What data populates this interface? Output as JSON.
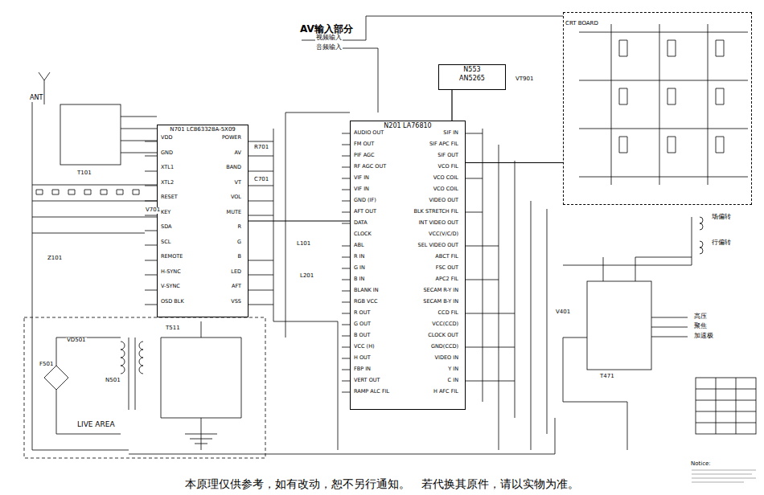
{
  "diagram": {
    "caption": "本原理仅供参考，如有改动，恕不另行通知。　若代换其原件，请以实物为准。",
    "nodes": [
      {
        "text": [
          "N701 LC863328A-5X09"
        ]
      },
      {
        "text": [
          "N201 LA76810"
        ]
      },
      {
        "text": [
          "N553",
          "AN5265"
        ]
      },
      {
        "text": [
          "CRT BOARD"
        ]
      }
    ],
    "edges": [
      {
        "from": 0,
        "to": 1,
        "arrow": "none"
      },
      {
        "from": 1,
        "to": 2,
        "arrow": "none"
      },
      {
        "from": 1,
        "to": 3,
        "arrow": "none"
      }
    ],
    "labels": [
      "AV输入部分",
      "视频输入",
      "音频输入",
      "ANT",
      "LIVE AREA",
      "场偏转",
      "行偏转",
      "高压",
      "聚焦",
      "加速极",
      "Notice:",
      "T101",
      "Z101",
      "N501",
      "T511",
      "VD501",
      "V401",
      "T471",
      "V701",
      "R701",
      "C701",
      "L101",
      "F501",
      "VT901",
      "L201",
      "VDD",
      "GND",
      "XTL1",
      "XTL2",
      "RESET",
      "KEY",
      "SDA",
      "SCL",
      "REMOTE",
      "H-SYNC",
      "V-SYNC",
      "OSD BLK",
      "POWER",
      "AV",
      "BAND",
      "VT",
      "VOL",
      "MUTE",
      "R",
      "G",
      "B",
      "LED",
      "AFT",
      "VSS",
      "AUDIO OUT",
      "FM OUT",
      "PIF AGC",
      "RF AGC OUT",
      "VIF IN",
      "VIF IN",
      "GND (IF)",
      "AFT OUT",
      "DATA",
      "CLOCK",
      "ABL",
      "R IN",
      "G IN",
      "B IN",
      "BLANK IN",
      "RGB VCC",
      "R OUT",
      "G OUT",
      "B OUT",
      "VCC (H)",
      "H OUT",
      "FBP IN",
      "VERT OUT",
      "RAMP ALC FIL",
      "SIF IN",
      "SIF APC FIL",
      "SIF OUT",
      "VCO FIL",
      "VCO COIL",
      "VCO COIL",
      "VIDEO OUT",
      "BLK STRETCH FIL",
      "INT VIDEO OUT",
      "VCC(V/C/D)",
      "SEL VIDEO OUT",
      "ABCT FIL",
      "FSC OUT",
      "APC2 FIL",
      "SECAM R-Y IN",
      "SECAM B-Y IN",
      "CCD FIL",
      "VCC(CCD)",
      "CLOCK OUT",
      "GND(CCD)",
      "VIDEO IN",
      "Y IN",
      "C IN",
      "H AFC FIL"
    ]
  }
}
